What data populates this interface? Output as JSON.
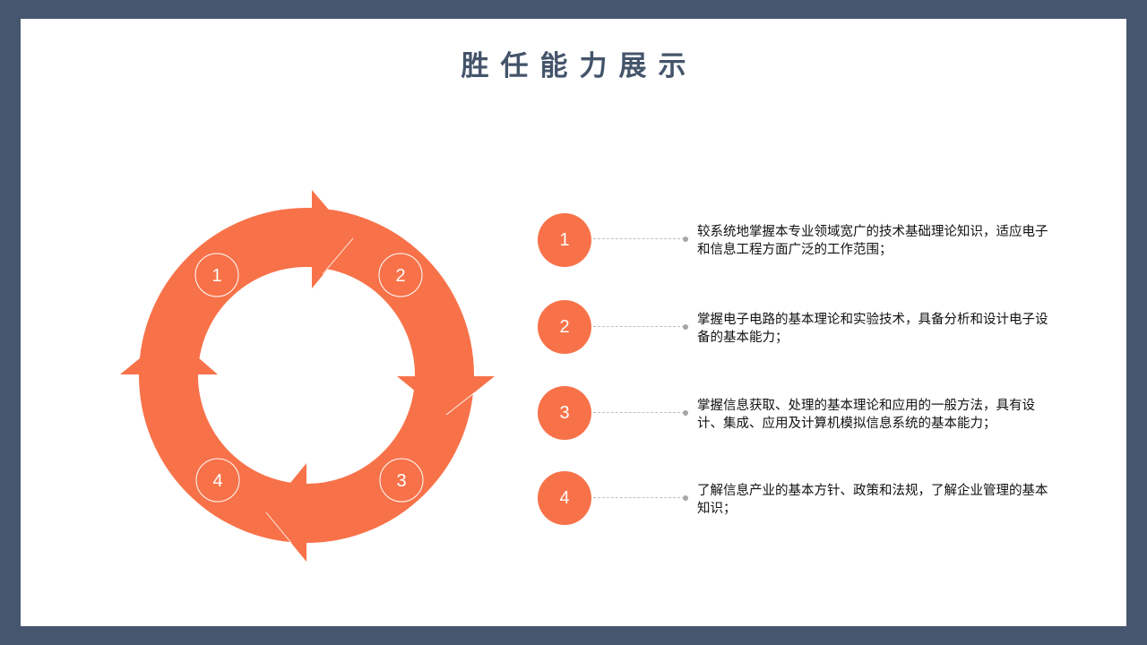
{
  "title": "胜任能力展示",
  "colors": {
    "accent": "#f87249",
    "frame": "#46566e",
    "title": "#44546a"
  },
  "cycle": {
    "labels": [
      "1",
      "2",
      "3",
      "4"
    ]
  },
  "items": [
    {
      "number": "1",
      "text": "较系统地掌握本专业领域宽广的技术基础理论知识，适应电子和信息工程方面广泛的工作范围；"
    },
    {
      "number": "2",
      "text": "掌握电子电路的基本理论和实验技术，具备分析和设计电子设备的基本能力；"
    },
    {
      "number": "3",
      "text": "掌握信息获取、处理的基本理论和应用的一般方法，具有设计、集成、应用及计算机模拟信息系统的基本能力；"
    },
    {
      "number": "4",
      "text": "了解信息产业的基本方针、政策和法规，了解企业管理的基本知识；"
    }
  ]
}
